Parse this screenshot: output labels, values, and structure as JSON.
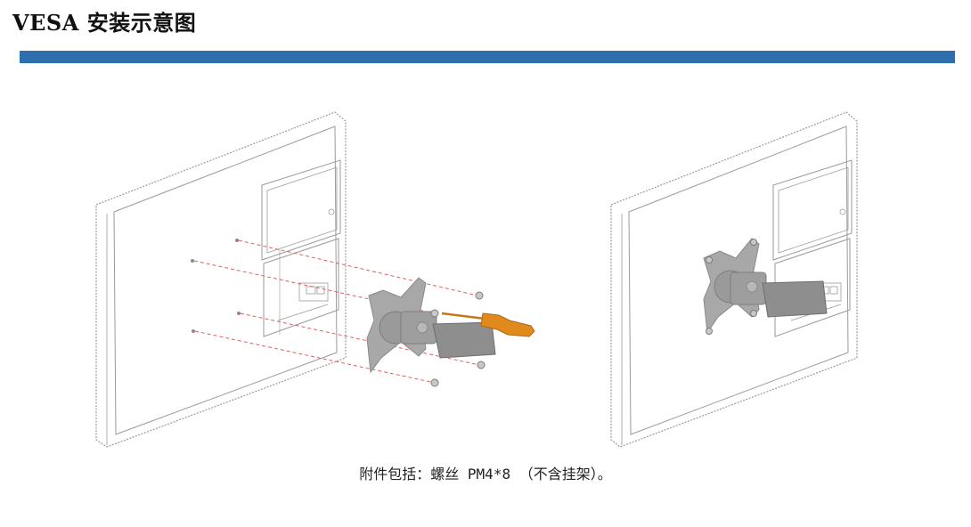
{
  "header": {
    "title": "VESA 安装示意图",
    "accent_color": "#2f6fad"
  },
  "figure": {
    "panels": [
      {
        "name": "exploded-view",
        "icons": [
          "monitor-back-icon",
          "vesa-mount-arm-icon",
          "screw-icon",
          "screwdriver-icon"
        ]
      },
      {
        "name": "assembled-view",
        "icons": [
          "monitor-back-icon",
          "vesa-mount-arm-icon"
        ]
      }
    ],
    "screwdriver_color": "#e08a1e",
    "guide_line_color": "#e06060"
  },
  "caption": {
    "text": "附件包括：螺丝 PM4*8 （不含挂架）。"
  }
}
